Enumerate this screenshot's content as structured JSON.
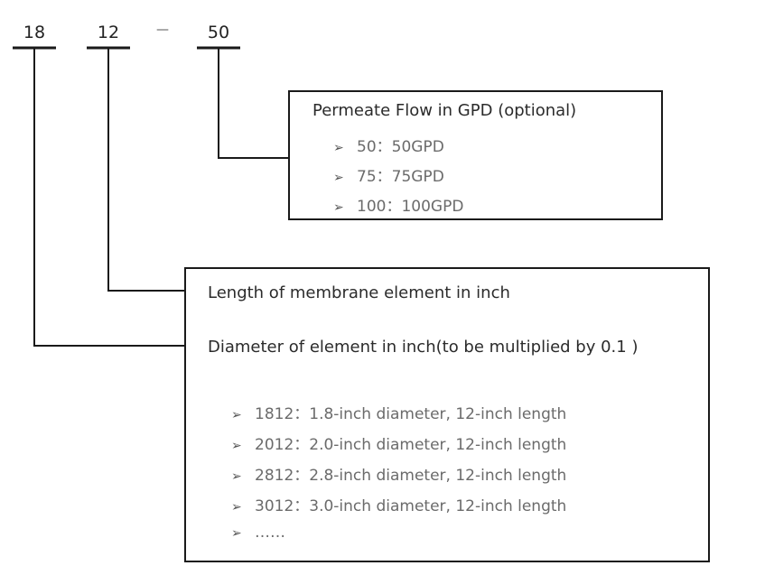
{
  "codes": {
    "diameter": "18",
    "length": "12",
    "separator": "—",
    "flow": "50"
  },
  "bullet_glyph": "➢",
  "flow_box": {
    "title": "Permeate Flow in GPD (optional)",
    "options": [
      "50：50GPD",
      "75：75GPD",
      "100：100GPD"
    ]
  },
  "size_box": {
    "length_label": "Length of membrane element in inch",
    "diameter_label": "Diameter of element in inch(to be multiplied by 0.1 )",
    "options": [
      "1812：1.8-inch diameter, 12-inch length",
      "2012：2.0-inch diameter, 12-inch length",
      "2812：2.8-inch diameter, 12-inch length",
      "3012：3.0-inch diameter, 12-inch length",
      "……"
    ]
  },
  "colors": {
    "line": "#1a1a1a",
    "title_text": "#2b2b2b",
    "option_text": "#6b6b6b"
  }
}
